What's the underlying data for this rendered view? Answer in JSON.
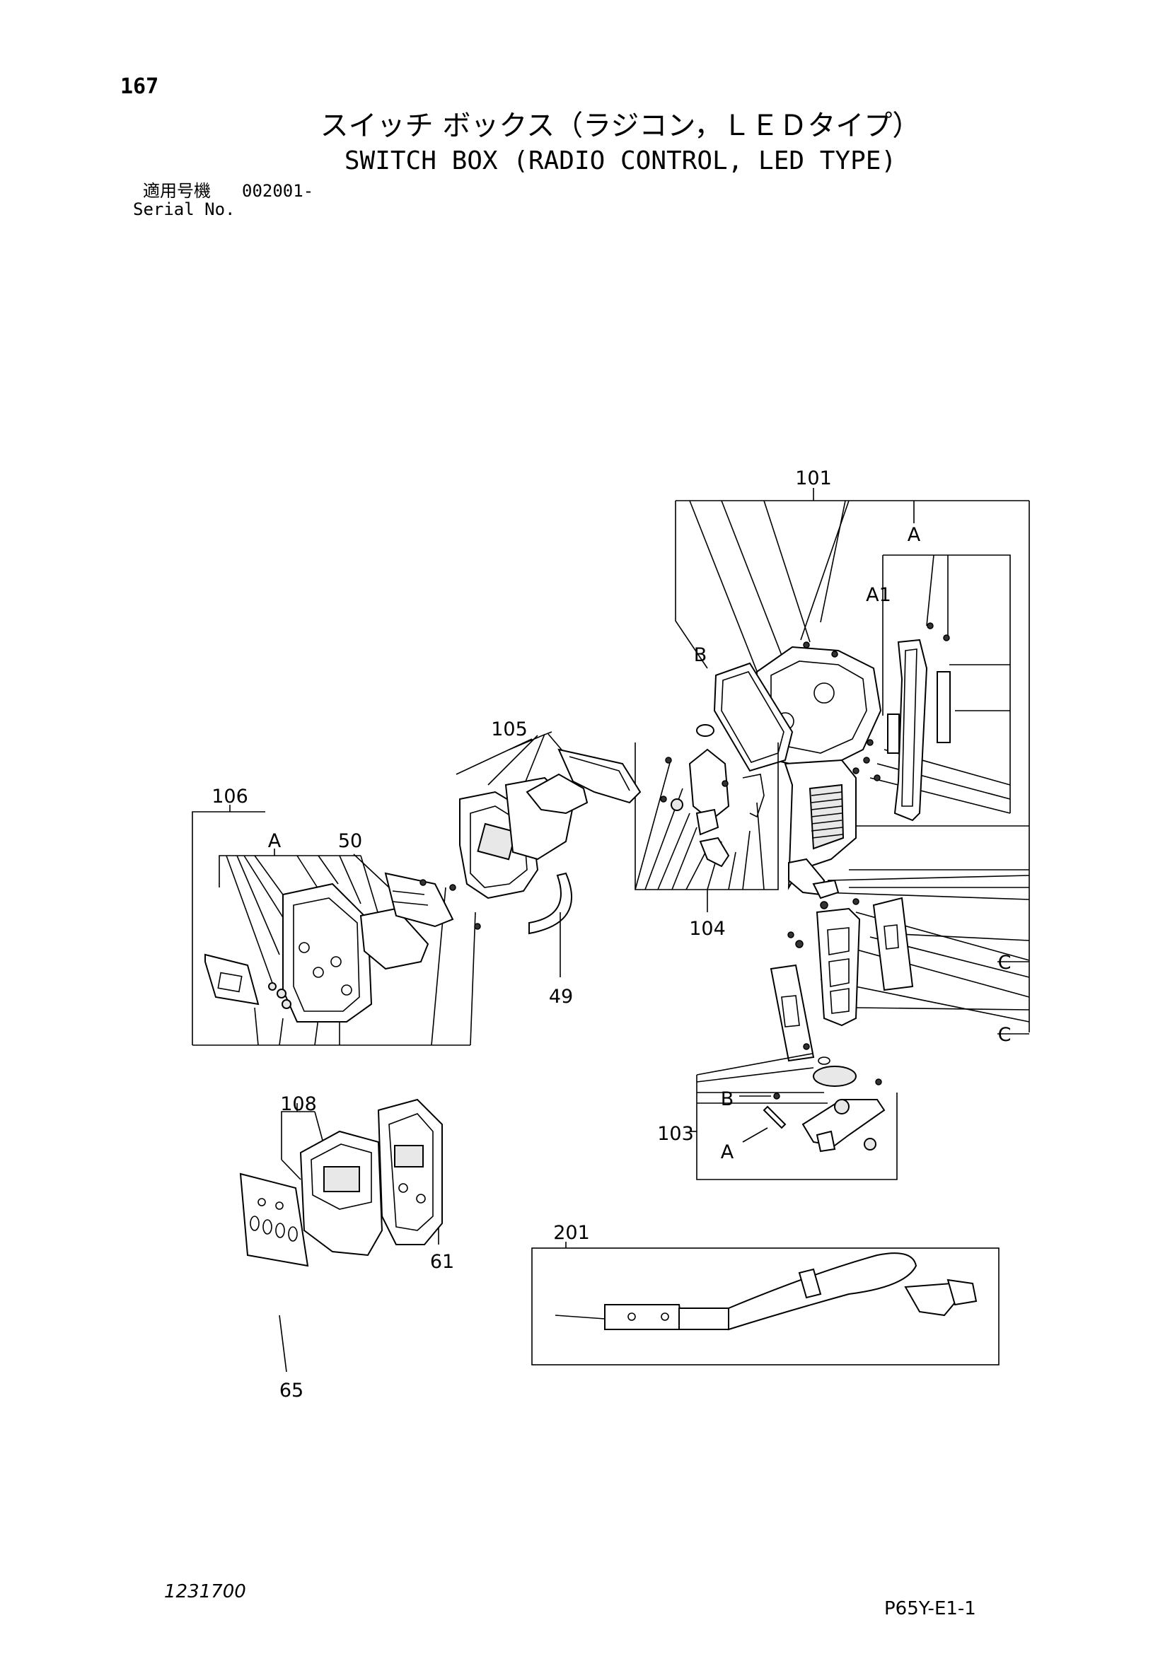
{
  "header": {
    "page_number": "167",
    "title_jp": "スイッチ ボックス（ラジコン，ＬＥＤタイプ）",
    "title_en": "SWITCH BOX (RADIO CONTROL, LED TYPE)",
    "serial_label_jp": "適用号機",
    "serial_value": "002001-",
    "serial_label_en": "Serial No."
  },
  "callouts": {
    "c101": "101",
    "cA_top": "A",
    "cA1": "A1",
    "cB_top": "B",
    "c105": "105",
    "c106": "106",
    "cA_left": "A",
    "c50": "50",
    "c49": "49",
    "c104": "104",
    "cC_1": "C",
    "cC_2": "C",
    "c103": "103",
    "cB_low": "B",
    "cA_low": "A",
    "c108": "108",
    "c61": "61",
    "c65": "65",
    "c201": "201"
  },
  "footer": {
    "doc_number": "1231700",
    "sheet_code": "P65Y-E1-1"
  }
}
